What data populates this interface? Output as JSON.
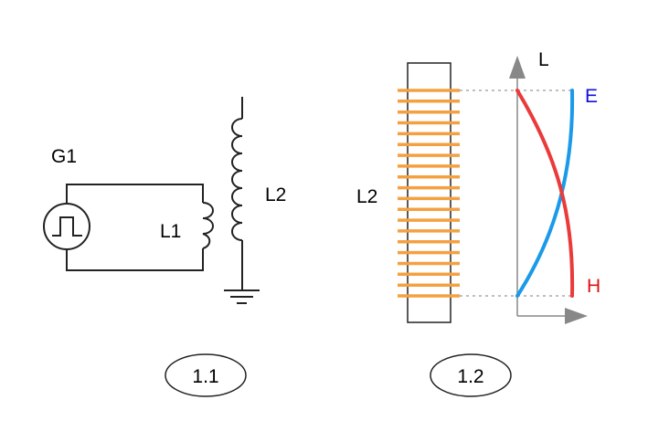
{
  "figure_1": {
    "generator_label": "G1",
    "primary_coil_label": "L1",
    "secondary_coil_label": "L2",
    "caption": "1.1"
  },
  "figure_2": {
    "coil_label": "L2",
    "axis_label": "L",
    "e_curve_label": "E",
    "h_curve_label": "H",
    "caption": "1.2"
  },
  "colors": {
    "wire": "#222222",
    "winding": "#f5a040",
    "e_curve": "#1a9ae8",
    "h_curve": "#ea3a3a",
    "e_text": "#1010e0",
    "h_text": "#e01010",
    "axis": "#888888"
  }
}
